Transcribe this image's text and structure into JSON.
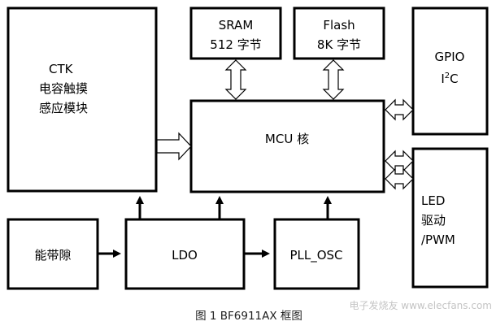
{
  "blocks": {
    "ctk": {
      "line1": "CTK",
      "line2": "电容触摸",
      "line3": "感应模块"
    },
    "sram": {
      "line1": "SRAM",
      "line2": "512 字节"
    },
    "flash": {
      "line1": "Flash",
      "line2": "8K 字节"
    },
    "gpio": {
      "line1": "GPIO",
      "line2_main": "I",
      "line2_sup": "2",
      "line2_tail": "C"
    },
    "mcu": {
      "label": "MCU 核"
    },
    "led": {
      "line1": "LED",
      "line2": "驱动",
      "line3": "/PWM"
    },
    "bandgap": {
      "label": "能带隙"
    },
    "ldo": {
      "label": "LDO"
    },
    "pll": {
      "label": "PLL_OSC"
    }
  },
  "caption": "图 1 BF6911AX 框图",
  "watermark": "电子发烧友  www.elecfans.com"
}
